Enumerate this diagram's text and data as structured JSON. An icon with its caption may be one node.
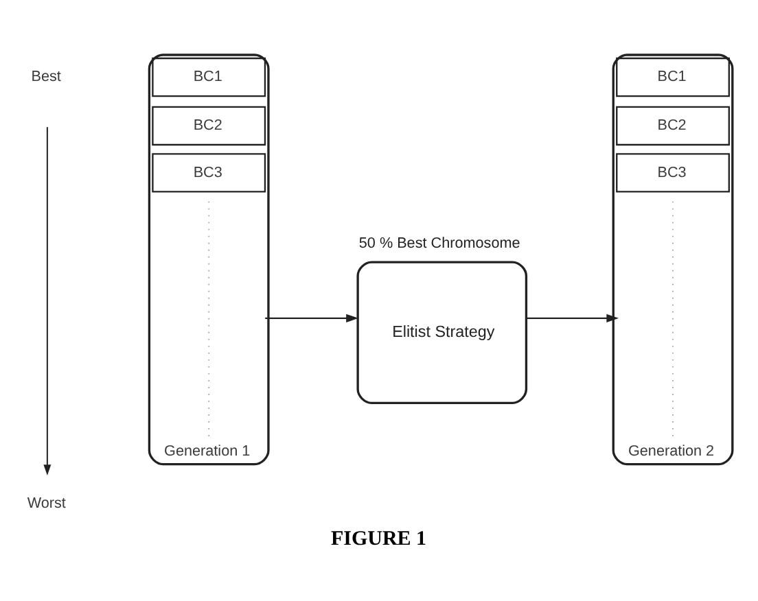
{
  "diagram": {
    "caption": "FIGURE 1",
    "nodes": [
      {
        "text": [
          "Generation 1"
        ]
      },
      {
        "text": [
          "BC1"
        ],
        "in": 0
      },
      {
        "text": [
          "BC2"
        ],
        "in": 0
      },
      {
        "text": [
          "BC3"
        ],
        "in": 0
      },
      {
        "text": [
          "Elitist Strategy"
        ],
        "beside": [
          "50 % Best Chromosome"
        ]
      },
      {
        "text": [
          "Generation 2"
        ]
      },
      {
        "text": [
          "BC1"
        ],
        "in": 5
      },
      {
        "text": [
          "BC2"
        ],
        "in": 5
      },
      {
        "text": [
          "BC3"
        ],
        "in": 5
      }
    ],
    "edges": [
      {
        "from": 0,
        "to": 4,
        "arrow": "to"
      },
      {
        "from": 4,
        "to": 5,
        "arrow": "to"
      }
    ],
    "labels": [
      "Best",
      "Worst"
    ]
  }
}
